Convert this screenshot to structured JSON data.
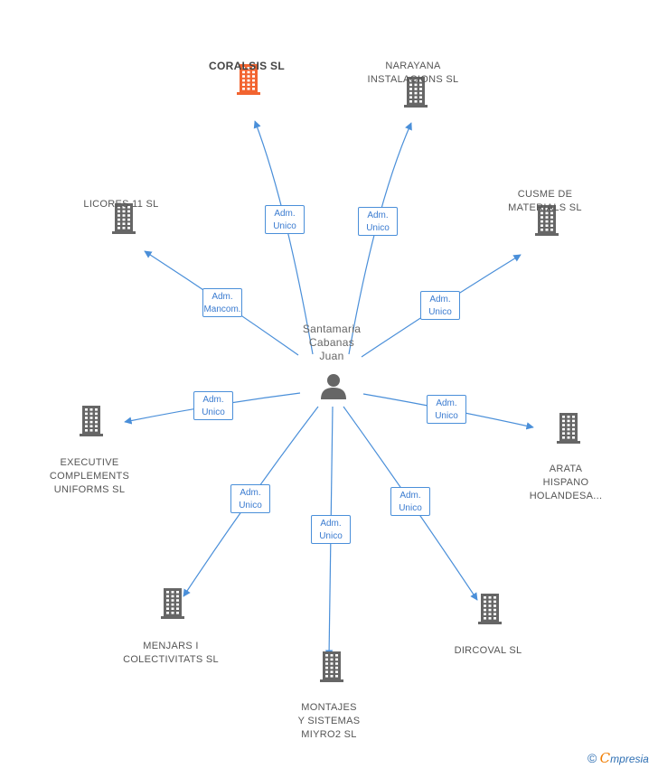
{
  "center": {
    "name": "Santamaria\nCabanas\nJuan",
    "icon": "person-icon"
  },
  "nodes": [
    {
      "id": "coralsis",
      "label": "CORALSIS SL",
      "highlight": true,
      "color": "#f26430",
      "icon": "building-icon"
    },
    {
      "id": "narayana",
      "label": "NARAYANA\nINSTALACIONS SL",
      "highlight": false,
      "color": "#666666",
      "icon": "building-icon"
    },
    {
      "id": "licores",
      "label": "LICORES 11 SL",
      "highlight": false,
      "color": "#666666",
      "icon": "building-icon"
    },
    {
      "id": "cusme",
      "label": "CUSME DE\nMATERIALS SL",
      "highlight": false,
      "color": "#666666",
      "icon": "building-icon"
    },
    {
      "id": "executive",
      "label": "EXECUTIVE\nCOMPLEMENTS\nUNIFORMS SL",
      "highlight": false,
      "color": "#666666",
      "icon": "building-icon"
    },
    {
      "id": "arata",
      "label": "ARATA\nHISPANO\nHOLANDESA...",
      "highlight": false,
      "color": "#666666",
      "icon": "building-icon"
    },
    {
      "id": "menjars",
      "label": "MENJARS I\nCOLECTIVITATS SL",
      "highlight": false,
      "color": "#666666",
      "icon": "building-icon"
    },
    {
      "id": "dircoval",
      "label": "DIRCOVAL SL",
      "highlight": false,
      "color": "#666666",
      "icon": "building-icon"
    },
    {
      "id": "montajes",
      "label": "MONTAJES\nY SISTEMAS\nMIYRO2 SL",
      "highlight": false,
      "color": "#666666",
      "icon": "building-icon"
    }
  ],
  "edges": [
    {
      "to": "coralsis",
      "line1": "Adm.",
      "line2": "Unico"
    },
    {
      "to": "narayana",
      "line1": "Adm.",
      "line2": "Unico"
    },
    {
      "to": "licores",
      "line1": "Adm.",
      "line2": "Mancom."
    },
    {
      "to": "cusme",
      "line1": "Adm.",
      "line2": "Unico"
    },
    {
      "to": "executive",
      "line1": "Adm.",
      "line2": "Unico"
    },
    {
      "to": "arata",
      "line1": "Adm.",
      "line2": "Unico"
    },
    {
      "to": "menjars",
      "line1": "Adm.",
      "line2": "Unico"
    },
    {
      "to": "dircoval",
      "line1": "Adm.",
      "line2": "Unico"
    },
    {
      "to": "montajes",
      "line1": "Adm.",
      "line2": "Unico"
    }
  ],
  "colors": {
    "edge": "#4a8fd9",
    "person": "#666666",
    "brand_e": "#f07c00",
    "brand": "#2e6fb3"
  },
  "footer": {
    "copyright": "©",
    "brand_first": "C",
    "brand_rest": "mpresia"
  }
}
